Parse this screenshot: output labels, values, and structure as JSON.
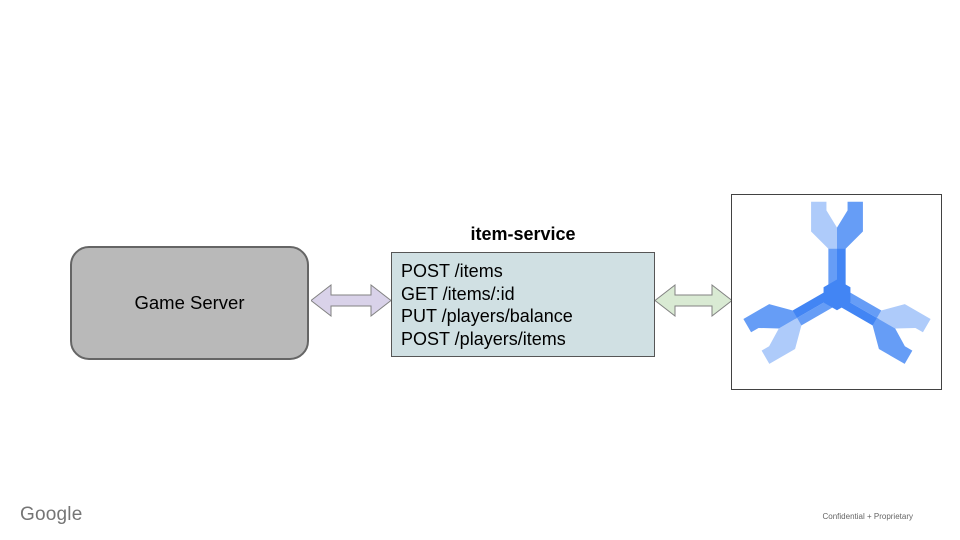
{
  "slide": {
    "background": "#ffffff",
    "footer": {
      "brand": "Google",
      "note": "Confidential + Proprietary"
    }
  },
  "diagram": {
    "game_server": {
      "label": "Game Server",
      "fill": "#b9b9b9",
      "border": "#656565"
    },
    "item_service": {
      "title": "item-service",
      "endpoints": [
        "POST /items",
        "GET /items/:id",
        "PUT /players/balance",
        "POST /players/items"
      ],
      "fill": "#d0e0e3",
      "border": "#565656"
    },
    "arrow_stroke": "#828282",
    "arrows": [
      {
        "id": "game-server-to-item-service",
        "direction": "double",
        "fill": "#d9d2e9"
      },
      {
        "id": "item-service-to-memorystore",
        "direction": "double",
        "fill": "#d9ead3"
      }
    ],
    "memorystore": {
      "icon": "memorystore-icon",
      "colors": {
        "light": "#aecbfa",
        "medium": "#669df6",
        "dark": "#4285f4"
      }
    }
  }
}
